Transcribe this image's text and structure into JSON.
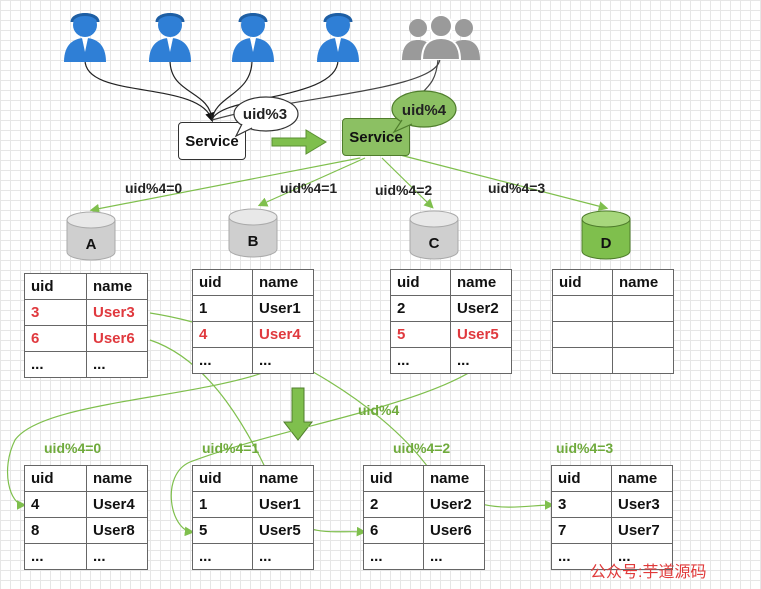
{
  "services": {
    "old": {
      "label": "Service",
      "bubble": "uid%3"
    },
    "new": {
      "label": "Service",
      "bubble": "uid%4"
    }
  },
  "routes": [
    "uid%4=0",
    "uid%4=1",
    "uid%4=2",
    "uid%4=3"
  ],
  "databases": [
    "A",
    "B",
    "C",
    "D"
  ],
  "migration_label": "uid%4",
  "before_tables": [
    {
      "headers": [
        "uid",
        "name"
      ],
      "rows": [
        {
          "uid": "3",
          "name": "User3",
          "red": true
        },
        {
          "uid": "6",
          "name": "User6",
          "red": true
        },
        {
          "uid": "...",
          "name": "...",
          "red": false
        }
      ]
    },
    {
      "headers": [
        "uid",
        "name"
      ],
      "rows": [
        {
          "uid": "1",
          "name": "User1",
          "red": false
        },
        {
          "uid": "4",
          "name": "User4",
          "red": true
        },
        {
          "uid": "...",
          "name": "...",
          "red": false
        }
      ]
    },
    {
      "headers": [
        "uid",
        "name"
      ],
      "rows": [
        {
          "uid": "2",
          "name": "User2",
          "red": false
        },
        {
          "uid": "5",
          "name": "User5",
          "red": true
        },
        {
          "uid": "...",
          "name": "...",
          "red": false
        }
      ]
    },
    {
      "headers": [
        "uid",
        "name"
      ],
      "rows": [
        {
          "uid": "",
          "name": "",
          "red": false
        },
        {
          "uid": "",
          "name": "",
          "red": false
        },
        {
          "uid": "",
          "name": "",
          "red": false
        }
      ]
    }
  ],
  "after_labels": [
    "uid%4=0",
    "uid%4=1",
    "uid%4=2",
    "uid%4=3"
  ],
  "after_tables": [
    {
      "headers": [
        "uid",
        "name"
      ],
      "rows": [
        {
          "uid": "4",
          "name": "User4"
        },
        {
          "uid": "8",
          "name": "User8"
        },
        {
          "uid": "...",
          "name": "..."
        }
      ]
    },
    {
      "headers": [
        "uid",
        "name"
      ],
      "rows": [
        {
          "uid": "1",
          "name": "User1"
        },
        {
          "uid": "5",
          "name": "User5"
        },
        {
          "uid": "...",
          "name": "..."
        }
      ]
    },
    {
      "headers": [
        "uid",
        "name"
      ],
      "rows": [
        {
          "uid": "2",
          "name": "User2"
        },
        {
          "uid": "6",
          "name": "User6"
        },
        {
          "uid": "...",
          "name": "..."
        }
      ]
    },
    {
      "headers": [
        "uid",
        "name"
      ],
      "rows": [
        {
          "uid": "3",
          "name": "User3"
        },
        {
          "uid": "7",
          "name": "User7"
        },
        {
          "uid": "...",
          "name": "..."
        }
      ]
    }
  ],
  "watermark": "公众号:芋道源码",
  "colors": {
    "user": "#2f7fd6",
    "group": "#9a9a9a",
    "green": "#8cc063",
    "green_line": "#7fbf4d",
    "red": "#e0393e"
  },
  "icons": {
    "user": "user-icon",
    "group": "user-group-icon",
    "database": "database-icon"
  }
}
